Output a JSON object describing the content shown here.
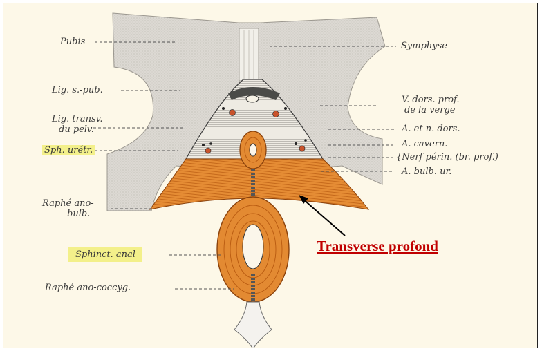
{
  "labels_left": {
    "pubis": "Pubis",
    "lig_s_pub": "Lig. s.-pub.",
    "lig_transv_1": "Lig. transv.",
    "lig_transv_2": "du pelv.",
    "sph_uretr": "Sph. urétr.",
    "raphe_ano_bulb_1": "Raphé ano-",
    "raphe_ano_bulb_2": "bulb.",
    "sphinct_anal": "Sphinct. anal",
    "raphe_ano_coccyg": "Raphé ano-coccyg."
  },
  "labels_right": {
    "symphyse": "Symphyse",
    "v_dors_prof_1": "V. dors. prof.",
    "v_dors_prof_2": "de la verge",
    "a_n_dors": "A. et n. dors.",
    "a_cavern": "A. cavern.",
    "nerf_perin": "{Nerf périn. (br. prof.)",
    "a_bulb_ur": "A. bulb. ur."
  },
  "annotation": {
    "text": "Transverse profond",
    "color": "#c00000"
  },
  "colors": {
    "bone": "#d9d6d0",
    "muscle": "#e38a32",
    "muscle_stripe": "#b85a10",
    "ligament": "#efece4",
    "highlight": "#f3f08a",
    "vessel": "#c9532b"
  }
}
